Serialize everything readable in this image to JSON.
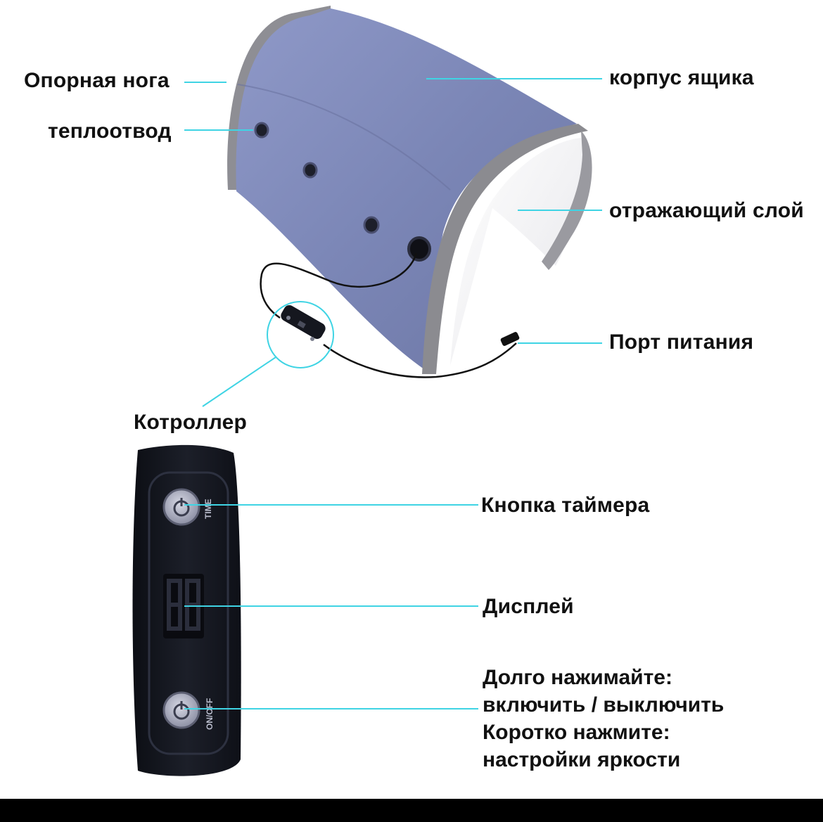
{
  "callouts": {
    "support_leg": "Опорная нога",
    "heat_sink": "теплоотвод",
    "box_body": "корпус ящика",
    "reflective_layer": "отражающий слой",
    "power_port": "Порт питания",
    "controller": "Котроллер",
    "timer_button": "Кнопка таймера",
    "display": "Дисплей",
    "power_button_lines": [
      "Долго нажимайте:",
      "включить / выключить",
      "Коротко нажмите:",
      "настройки яркости"
    ]
  },
  "remote": {
    "timer_button_text": "TIME",
    "power_button_text": "ON/OFF"
  },
  "colors": {
    "leader_line": "#3fd4e4",
    "fabric": "#7c86b4",
    "zipper": "#8a8a8a",
    "remote_body": "#15171f"
  }
}
